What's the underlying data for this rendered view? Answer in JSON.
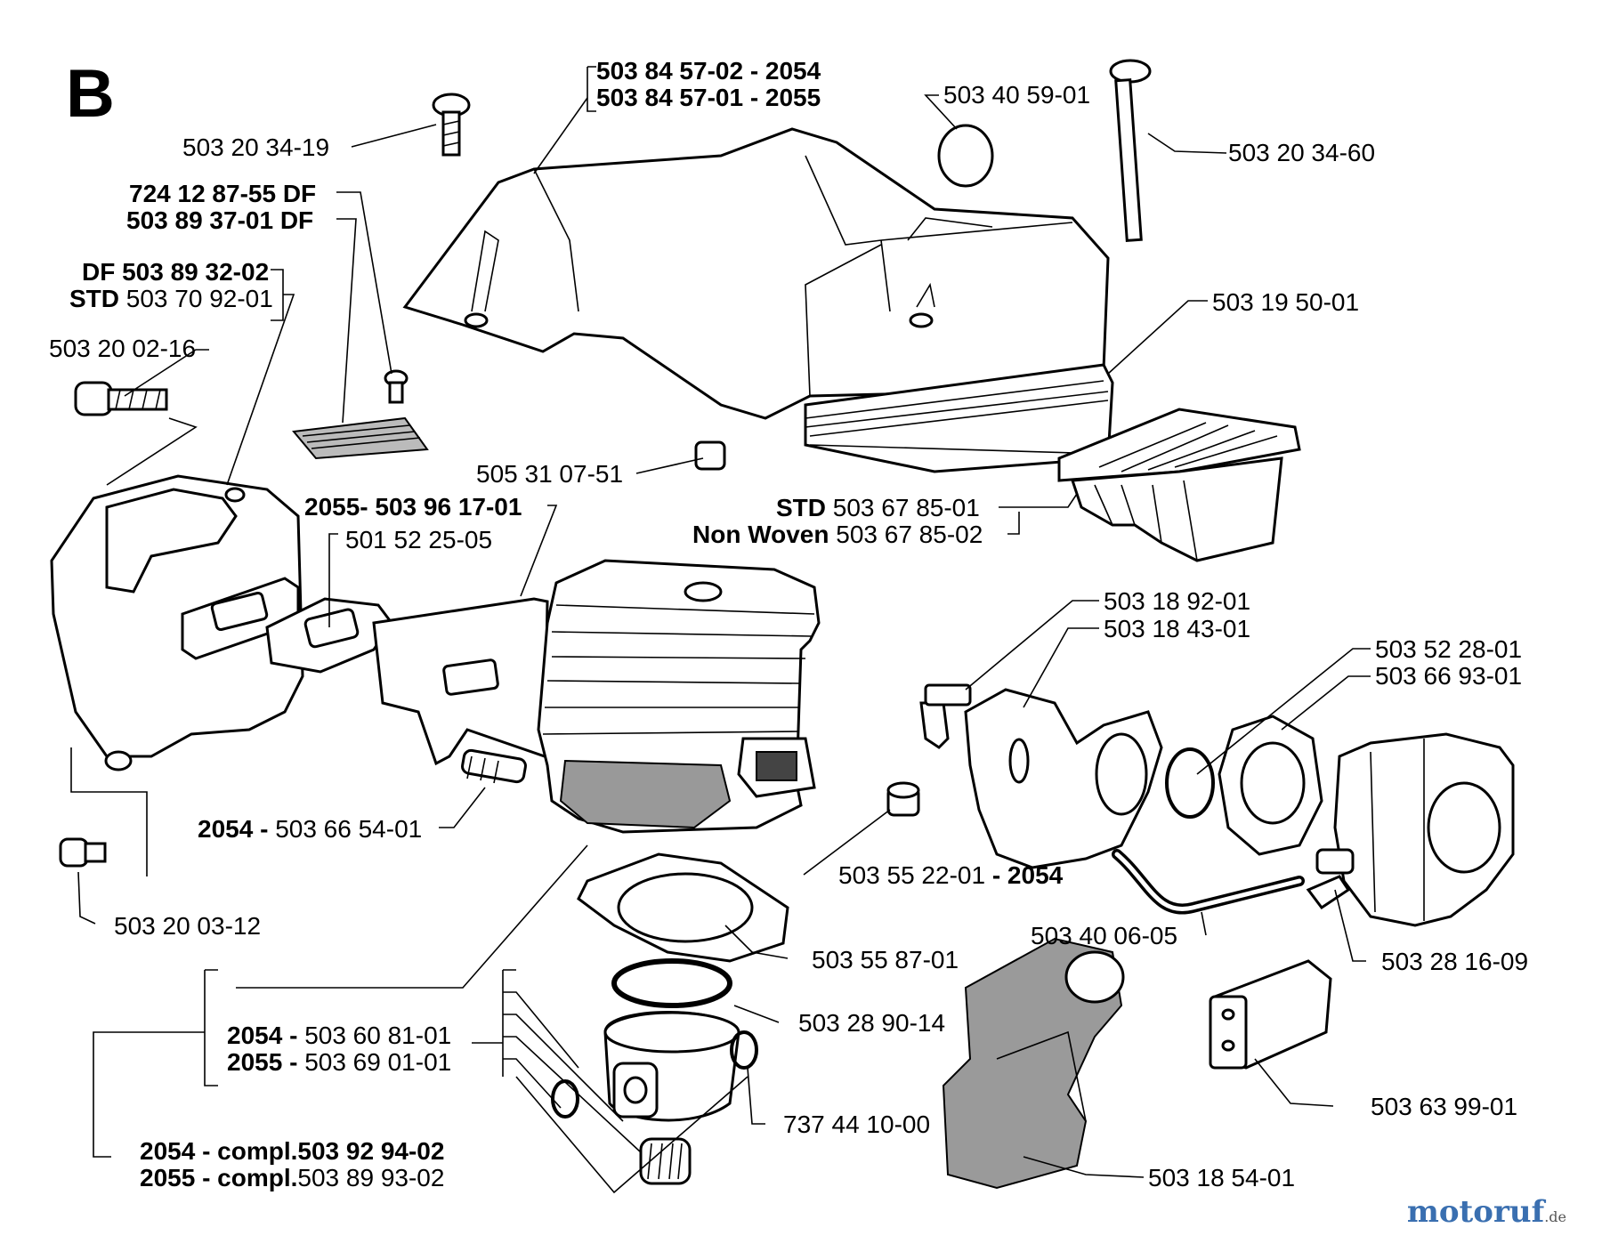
{
  "section_letter": "B",
  "watermark": {
    "brand": "motoruf",
    "domain": ".de",
    "colors": [
      "#3a6fb0",
      "#d23a2a"
    ]
  },
  "labels": {
    "airfilter_cover_2054": "503 84 57-02 - 2054",
    "airfilter_cover_2055": "503 84 57-01 - 2055",
    "plug_cap": "503 40 59-01",
    "screw_top": "503 20 34-19",
    "long_bolt": "503 20 34-60",
    "screen_df_a": "724 12 87-55 DF",
    "screen_df_b": "503 89 37-01 DF",
    "muffler_df_pre": "DF",
    "muffler_df": "503 89 32-02",
    "muffler_std_pre": "STD",
    "muffler_std": "503 70 92-01",
    "muffler_bolt": "503 20 02-16",
    "seal_strip": "503 19 50-01",
    "grommet": "505 31 07-51",
    "filter_std_pre": "STD",
    "filter_std": "503 67 85-01",
    "filter_nw_pre": "Non Woven",
    "filter_nw": "503 67 85-02",
    "heat_shield": "2055- 503 96 17-01",
    "muffler_gasket": "501 52 25-05",
    "decomp_valve_pre": "2054 -",
    "decomp_valve": "503 66 54-01",
    "intake_clip_a": "503 18 92-01",
    "intake_clip_b": "503 18 43-01",
    "carb_gasket_a": "503 52 28-01",
    "carb_gasket_b": "503 66 93-01",
    "plug_2054_pre": "503 55 22-01",
    "plug_2054": "- 2054",
    "impulse_hose": "503 40 06-05",
    "base_gasket": "503 55 87-01",
    "carb_screw": "503 28 16-09",
    "piston_ring": "503 28 90-14",
    "cyl_2054_pre": "2054 -",
    "cyl_2054": "503 60 81-01",
    "cyl_2055_pre": "2055 -",
    "cyl_2055": "503 69 01-01",
    "circlip": "737 44 10-00",
    "buffer": "503 63 99-01",
    "compl_2054_pre": "2054 - compl.",
    "compl_2054": "503 92 94-02",
    "compl_2055_pre": "2055 - compl.",
    "compl_2055": "503 89 93-02",
    "intake_manifold": "503 18 54-01",
    "muffler_screw": "503 20 03-12"
  }
}
